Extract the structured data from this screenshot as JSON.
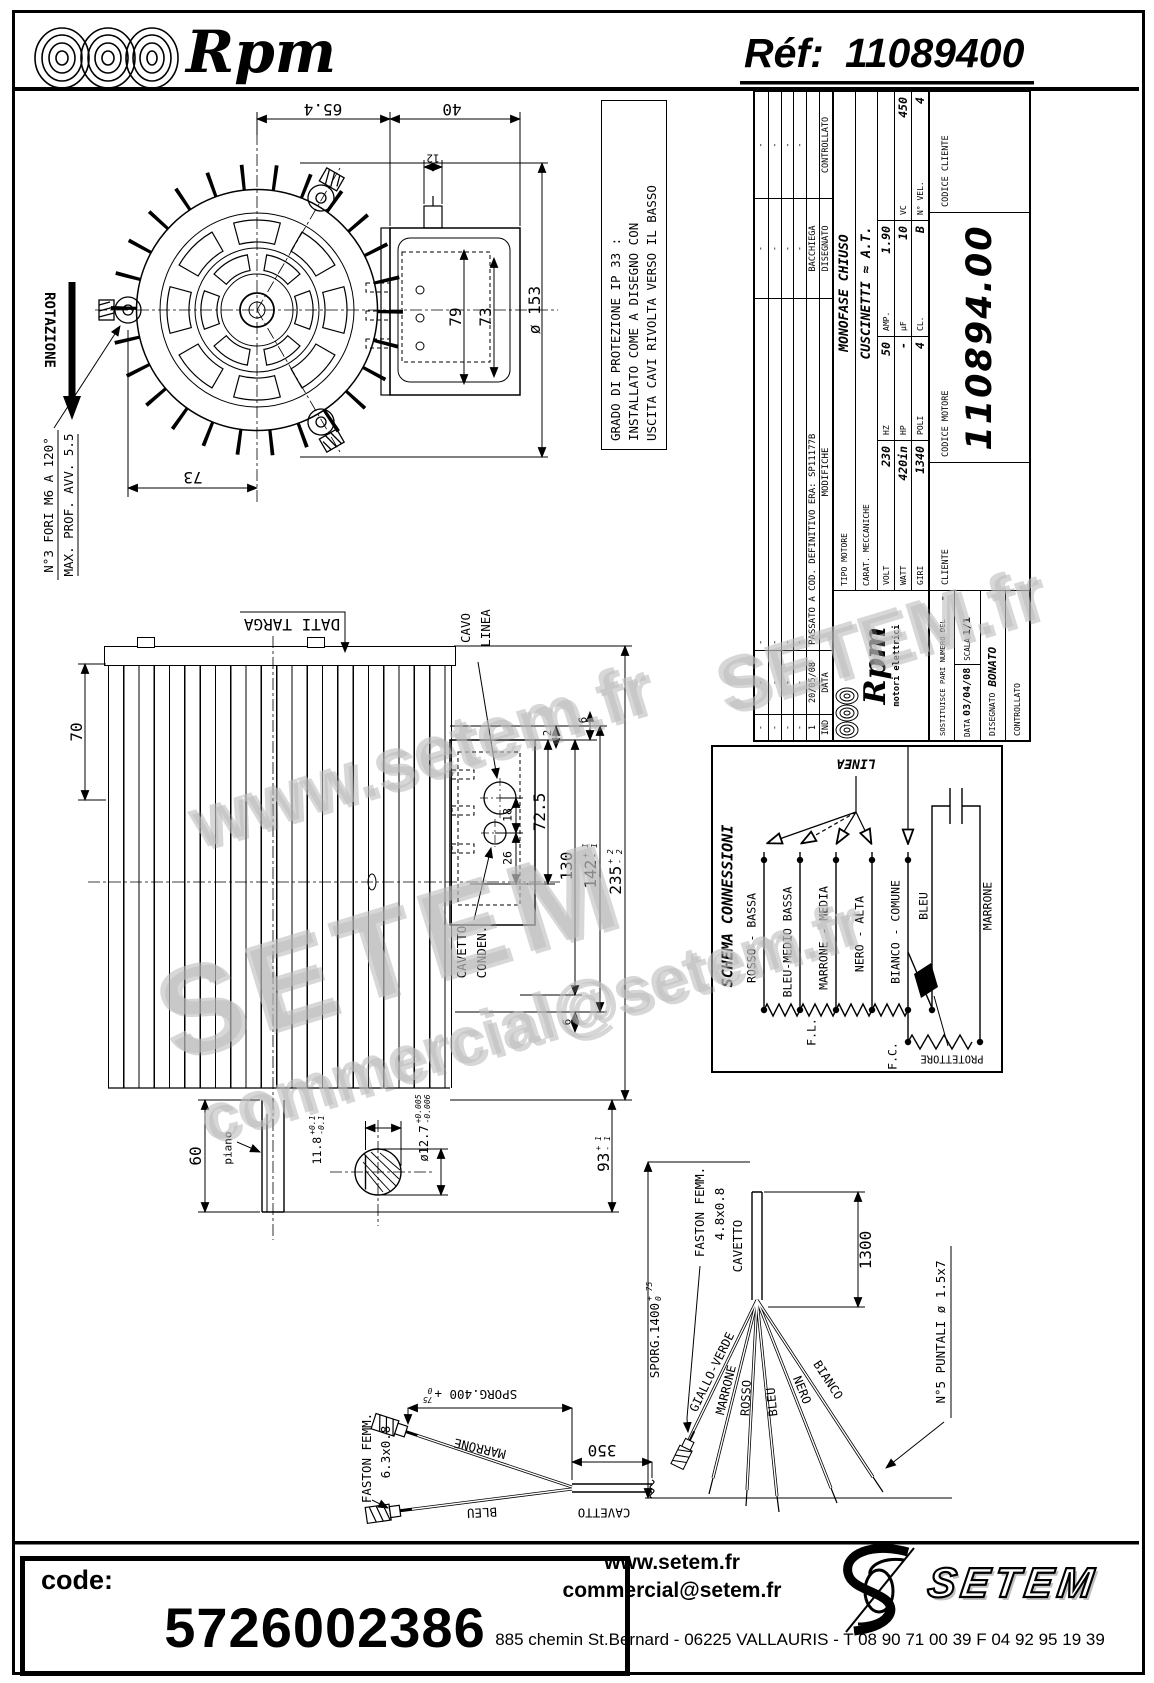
{
  "header": {
    "brand": "Rpm",
    "ref_label": "Réf:",
    "ref_value": "11089400"
  },
  "watermark": {
    "wm1": "www.setem.fr",
    "wm2": "SETEM",
    "wm3": "commercial@setem.fr",
    "wm4": "SETEM.fr"
  },
  "protection_note": {
    "line1": "GRADO DI PROTEZIONE IP 33 :",
    "line2": "INSTALLATO COME A DISEGNO CON",
    "line3": "USCITA CAVI RIVOLTA VERSO IL BASSO"
  },
  "front_view": {
    "rotazione": "ROTAZIONE",
    "fori_line1": "N°3 FORI M6 A 120°",
    "fori_line2": "MAX. PROF. AVV. 5.5",
    "dim_73_bottom": "73",
    "dim_65_4": "65.4",
    "dim_40": "40",
    "dim_12": "12",
    "dim_79": "79",
    "dim_73_side": "73",
    "dim_d153": "ø 153"
  },
  "middle_view": {
    "dati_targa": "DATI TARGA",
    "dim_70": "70",
    "cavo_line1": "CAVO",
    "cavo_line2": "LINEA",
    "cavetto_line1": "CAVETTO",
    "cavetto_line2": "CONDEN.",
    "dim_2": "2",
    "dim_6_top": "6",
    "dim_18": "18",
    "dim_26": "26",
    "dim_72_5": "72.5",
    "dim_130": "130",
    "dim_142": "142",
    "tol_142_up": "+ 1",
    "tol_142_dn": "- 1",
    "dim_6_bottom": "6",
    "dim_235": "235",
    "tol_235_up": "+ 2",
    "tol_235_dn": "- 2",
    "dim_93": "93",
    "tol_93_up": "+ 1",
    "tol_93_dn": "- 1",
    "dim_60": "60",
    "piano": "piano",
    "dim_11_8": "11.8",
    "tol_118_up": "+0.1",
    "tol_118_dn": "-0.1",
    "dim_d12_7": "ø12.7",
    "tol_127_up": "+0.005",
    "tol_127_dn": "-0.006"
  },
  "schema": {
    "title": "SCHEMA CONNESSIONI",
    "linea": "LINEA",
    "wire1": "ROSSO - BASSA",
    "wire2": "BLEU-MEDIO BASSA",
    "wire3": "MARRONE - MEDIA",
    "wire4": "NERO - ALTA",
    "wire5": "BIANCO - COMUNE",
    "cap_left": "BLEU",
    "cap_right": "MARRONE",
    "fl": "F.L.",
    "fc": "F.C.",
    "protettore": "PROTETTORE"
  },
  "title_block": {
    "rev_empty": "-",
    "rev_headers": {
      "ind": "IND",
      "data": "DATA",
      "modifiche": "MODIFICHE",
      "disegnato": "DISEGNATO",
      "controllato": "CONTROLLATO"
    },
    "rev_entry": {
      "ind": "1",
      "data": "20/05/08",
      "desc": "PASSATO A COD. DEFINITIVO ERA: SP11177B",
      "disegnato": "BACCHIEGA"
    },
    "tipo_label": "TIPO MOTORE",
    "tipo_value": "MONOFASE CHIUSO",
    "carat_label": "CARAT. MECCANICHE",
    "carat_value": "CUSCINETTI ≈ A.T.",
    "specs": [
      {
        "l": "VOLT",
        "v": "230"
      },
      {
        "l": "HZ",
        "v": "50"
      },
      {
        "l": "AMP.",
        "v": "1.90"
      },
      {
        "l": "WATT",
        "v": "420in"
      },
      {
        "l": "HP",
        "v": "-"
      },
      {
        "l": "µF",
        "v": "10"
      },
      {
        "l": "VC",
        "v": "450"
      },
      {
        "l": "GIRI",
        "v": "1340"
      },
      {
        "l": "POLI",
        "v": "4"
      },
      {
        "l": "CL.",
        "v": "B"
      },
      {
        "l": "N° VEL.",
        "v": "4"
      }
    ],
    "logo_text": "Rpm",
    "logo_sub": "motori elettrici",
    "sost_label": "SOSTITUISCE PARI NUMERO DEL",
    "sost_value": "-",
    "data_label": "DATA",
    "data_value": "03/04/08",
    "scala_label": "SCALA",
    "scala_value": "1/1",
    "disegnato_label": "DISEGNATO",
    "disegnato_value": "BONATO",
    "controllato_label": "CONTROLLATO",
    "cliente_label": "CLIENTE",
    "codice_motore_label": "CODICE MOTORE",
    "codice_motore_value": "110894.00",
    "codice_cliente_label": "CODICE CLIENTE"
  },
  "pigtail": {
    "faston_line1": "FASTON FEMM.",
    "faston_line2": "6.3x0.8",
    "sporg": "SPORG.400 +",
    "sporg_up": "75",
    "sporg_dn": "0",
    "wire_marrone": "MARRONE",
    "wire_bleu": "BLEU",
    "dim_350": "350",
    "cavetto": "CAVETTO"
  },
  "harness": {
    "cavetto": "CAVETTO",
    "dim_1300": "1300",
    "sporg": "SPORG.1400",
    "sporg_up": "+ 75",
    "sporg_dn": "0",
    "faston_line1": "FASTON FEMM.",
    "faston_line2": "4.8x0.8",
    "wire1": "GIALLO-VERDE",
    "wire2": "MARRONE",
    "wire3": "ROSSO",
    "wire4": "BLEU",
    "wire5": "NERO",
    "wire6": "BIANCO",
    "puntali": "N°5 PUNTALI ø 1.5x7"
  },
  "footer": {
    "code_label": "code:",
    "code_value": "5726002386",
    "site": "www.setem.fr",
    "email": "commercial@setem.fr",
    "address": "885 chemin St.Bernard  -  06225 VALLAURIS  -  T 08 90 71 00 39   F 04 92 95 19 39",
    "logo_text": "SETEM"
  }
}
